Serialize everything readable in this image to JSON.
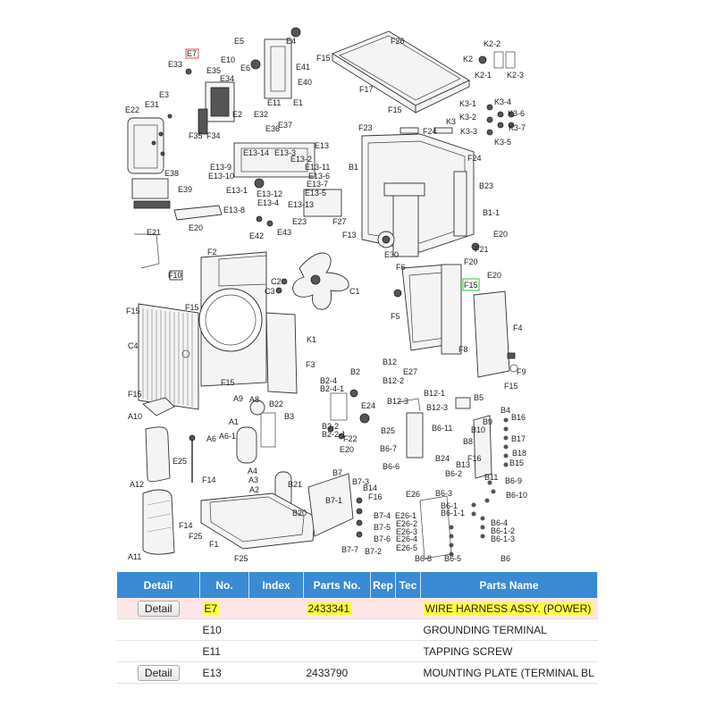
{
  "labels": {
    "E7": "E7",
    "E5": "E5",
    "E4": "E4",
    "E33": "E33",
    "E10": "E10",
    "E35": "E35",
    "E6": "E6",
    "E41": "E41",
    "E40": "E40",
    "E34": "E34",
    "E11": "E11",
    "E1": "E1",
    "E3": "E3",
    "E31": "E31",
    "E2": "E2",
    "E32": "E32",
    "E22": "E22",
    "F35": "F35",
    "F34": "F34",
    "E36": "E36",
    "E37": "E37",
    "E13": "E13",
    "E13-14": "E13-14",
    "E13-3": "E13-3",
    "E13-2": "E13-2",
    "E13-9": "E13-9",
    "E13-11": "E13-11",
    "E13-10": "E13-10",
    "E13-6": "E13-6",
    "E13-7": "E13-7",
    "E13-5": "E13-5",
    "E13-1": "E13-1",
    "E13-12": "E13-12",
    "E13-4": "E13-4",
    "E13-13": "E13-13",
    "E13-8": "E13-8",
    "E23": "E23",
    "F27": "F27",
    "E38": "E38",
    "E39": "E39",
    "E20a": "E20",
    "E21": "E21",
    "E42": "E42",
    "E43": "E43",
    "F26": "F26",
    "F15a": "F15",
    "F17": "F17",
    "F15b": "F15",
    "K2-2": "K2-2",
    "K2": "K2",
    "K2-1": "K2-1",
    "K2-3": "K2-3",
    "K3-1": "K3-1",
    "K3-4": "K3-4",
    "K3-2": "K3-2",
    "K3-6": "K3-6",
    "K3": "K3",
    "K3-3": "K3-3",
    "K3-7": "K3-7",
    "K3-5": "K3-5",
    "F23": "F23",
    "F24a": "F24",
    "B1": "B1",
    "F24b": "F24",
    "B23": "B23",
    "B1-1": "B1-1",
    "F13": "F13",
    "E30": "E30",
    "F21": "F21",
    "E20b": "E20",
    "F10": "F10",
    "F2": "F2",
    "F6": "F6",
    "F20": "F20",
    "E20c": "E20",
    "F15c": "F15",
    "C2": "C2",
    "C3": "C3",
    "C1": "C1",
    "F5": "F5",
    "F8": "F8",
    "F4": "F4",
    "F15d": "F15",
    "F15e": "F15",
    "C4": "C4",
    "K1": "K1",
    "F3": "F3",
    "F15f": "F15",
    "F15g": "F15",
    "F9": "F9",
    "F15h": "F15",
    "B2": "B2",
    "B12": "B12",
    "E27": "E27",
    "B12-2": "B12-2",
    "B2-4": "B2-4",
    "B2-4-1": "B2-4-1",
    "B12-1": "B12-1",
    "B12-3": "B12-3",
    "E24": "E24",
    "B5": "B5",
    "B2-2": "B2-2",
    "B2-2-1": "B2-2-1",
    "B4": "B4",
    "B16": "B16",
    "A9": "A9",
    "A8": "A8",
    "B22": "B22",
    "A10": "A10",
    "A1": "A1",
    "B3": "B3",
    "B25": "B25",
    "B9": "B9",
    "B10": "B10",
    "B17": "B17",
    "F22": "F22",
    "B6-11": "B6-11",
    "A6-1": "A6-1",
    "A6": "A6",
    "E20d": "E20",
    "B6-7": "B6-7",
    "B8": "B8",
    "B18": "B18",
    "E25": "E25",
    "F16a": "F16",
    "B15": "B15",
    "B24": "B24",
    "B6-6": "B6-6",
    "B13": "B13",
    "A4": "A4",
    "A3": "A3",
    "B11": "B11",
    "F14": "F14",
    "B7": "B7",
    "B6-2": "B6-2",
    "B6-9": "B6-9",
    "A12": "A12",
    "A2": "A2",
    "B21": "B21",
    "B7-3": "B7-3",
    "B14": "B14",
    "E26": "E26",
    "B6-3": "B6-3",
    "B6-10": "B6-10",
    "F16b": "F16",
    "B7-1": "B7-1",
    "B6-1": "B6-1",
    "B6-1-1": "B6-1-1",
    "B20": "B20",
    "E26-1": "E26-1",
    "B7-4": "B7-4",
    "E26-2": "E26-2",
    "B6-4": "B6-4",
    "F14b": "F14",
    "B7-5": "B7-5",
    "E26-3": "E26-3",
    "B6-1-2": "B6-1-2",
    "F25a": "F25",
    "B7-6": "B7-6",
    "E26-4": "E26-4",
    "B6-1-3": "B6-1-3",
    "F1": "F1",
    "E26-5": "E26-5",
    "B7-7": "B7-7",
    "B7-2": "B7-2",
    "B6-8": "B6-8",
    "B6-5": "B6-5",
    "A11": "A11",
    "F25b": "F25",
    "B6": "B6"
  },
  "table": {
    "columns": [
      "Detail",
      "No.",
      "Index",
      "Parts No.",
      "Rep",
      "Tec",
      "Parts Name"
    ],
    "rows": [
      {
        "detail": "Detail",
        "no": "E7",
        "index": "",
        "parts_no": "2433341",
        "name": "WIRE HARNESS ASSY. (POWER)",
        "selected": true
      },
      {
        "detail": "",
        "no": "E10",
        "index": "",
        "parts_no": "",
        "name": "GROUNDING TERMINAL",
        "selected": false
      },
      {
        "detail": "",
        "no": "E11",
        "index": "",
        "parts_no": "",
        "name": "TAPPING SCREW",
        "selected": false
      },
      {
        "detail": "Detail",
        "no": "E13",
        "index": "",
        "parts_no": "2433790",
        "name": "MOUNTING PLATE (TERMINAL BL",
        "selected": false
      }
    ]
  },
  "colors": {
    "header": "#3a8bd4",
    "selected_row": "#fde6e6",
    "highlight": "#ffff3a",
    "e7_box": "#e05050",
    "f15_box": "#50d050"
  }
}
